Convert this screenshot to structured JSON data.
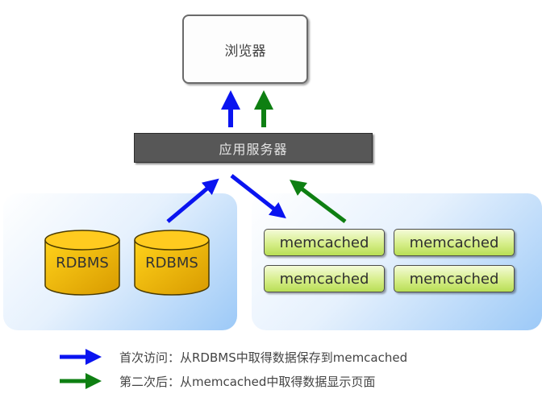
{
  "nodes": {
    "browser": {
      "label": "浏览器"
    },
    "app_server": {
      "label": "应用服务器"
    },
    "databases": [
      {
        "label": "RDBMS"
      },
      {
        "label": "RDBMS"
      }
    ],
    "caches": [
      {
        "label": "memcached"
      },
      {
        "label": "memcached"
      },
      {
        "label": "memcached"
      },
      {
        "label": "memcached"
      }
    ]
  },
  "colors": {
    "first_access": "#0a14f0",
    "second_access": "#0e7f12",
    "server_bar": "#575757",
    "database": "#f2b800",
    "cache": "#cde87a",
    "panel": "#9cc9f7"
  },
  "legend": [
    {
      "color_key": "first_access",
      "text": "首次访问：从RDBMS中取得数据保存到memcached"
    },
    {
      "color_key": "second_access",
      "text": "第二次后：从memcached中取得数据显示页面"
    }
  ]
}
